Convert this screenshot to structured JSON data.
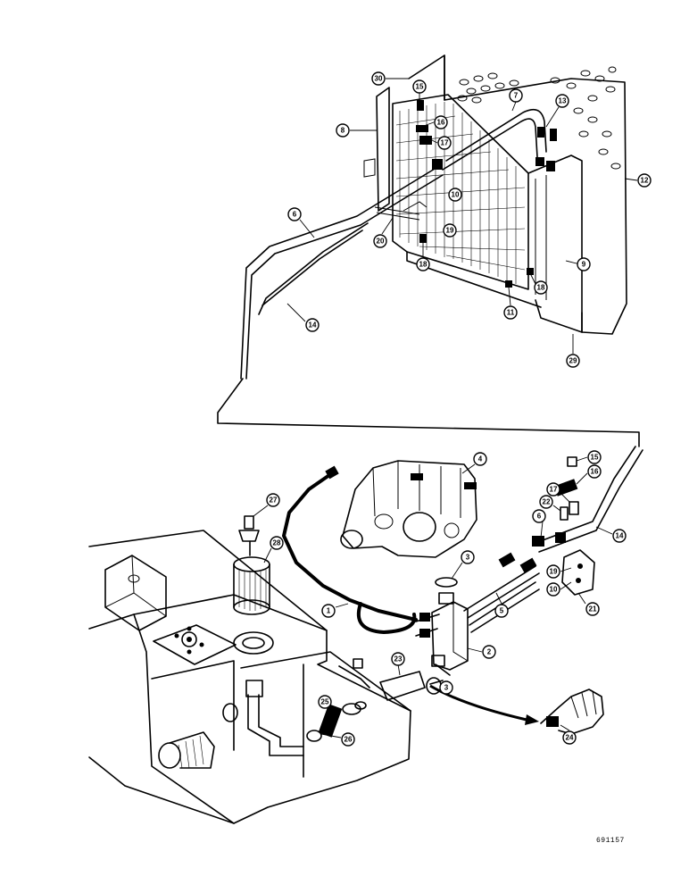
{
  "drawing_number": "691157",
  "callouts": [
    {
      "id": "c30",
      "label": "30"
    },
    {
      "id": "c15a",
      "label": "15"
    },
    {
      "id": "c16a",
      "label": "16"
    },
    {
      "id": "c17a",
      "label": "17"
    },
    {
      "id": "c7",
      "label": "7"
    },
    {
      "id": "c13",
      "label": "13"
    },
    {
      "id": "c8a",
      "label": "8"
    },
    {
      "id": "c12",
      "label": "12"
    },
    {
      "id": "c6a",
      "label": "6"
    },
    {
      "id": "c10a",
      "label": "10"
    },
    {
      "id": "c19a",
      "label": "19"
    },
    {
      "id": "c20",
      "label": "20"
    },
    {
      "id": "c18a",
      "label": "18"
    },
    {
      "id": "c9",
      "label": "9"
    },
    {
      "id": "c18b",
      "label": "18"
    },
    {
      "id": "c11",
      "label": "11"
    },
    {
      "id": "c14a",
      "label": "14"
    },
    {
      "id": "c29",
      "label": "29"
    },
    {
      "id": "c4",
      "label": "4"
    },
    {
      "id": "c15b",
      "label": "15"
    },
    {
      "id": "c16b",
      "label": "16"
    },
    {
      "id": "c22",
      "label": "22"
    },
    {
      "id": "c17b",
      "label": "17"
    },
    {
      "id": "c6b",
      "label": "6"
    },
    {
      "id": "c14b",
      "label": "14"
    },
    {
      "id": "c27",
      "label": "27"
    },
    {
      "id": "c28",
      "label": "28"
    },
    {
      "id": "c3a",
      "label": "3"
    },
    {
      "id": "c19b",
      "label": "19"
    },
    {
      "id": "c10b",
      "label": "10"
    },
    {
      "id": "c5",
      "label": "5"
    },
    {
      "id": "c21",
      "label": "21"
    },
    {
      "id": "c1",
      "label": "1"
    },
    {
      "id": "c2",
      "label": "2"
    },
    {
      "id": "c23",
      "label": "23"
    },
    {
      "id": "c3b",
      "label": "3"
    },
    {
      "id": "c25",
      "label": "25"
    },
    {
      "id": "c26",
      "label": "26"
    },
    {
      "id": "c24",
      "label": "24"
    }
  ]
}
